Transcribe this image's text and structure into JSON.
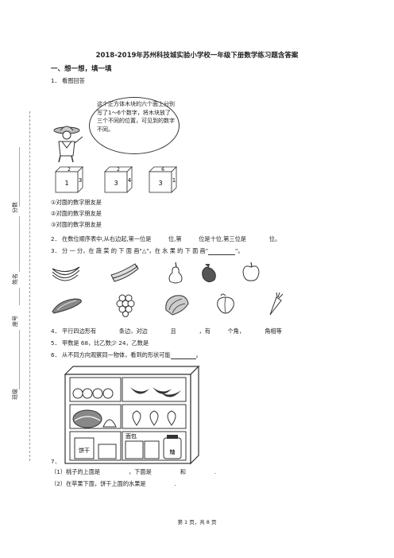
{
  "doc": {
    "title": "2018-2019年苏州科技城实验小学校一年级下册数学练习题含答案",
    "section1": "一、想一想，填一填",
    "footer": "第 1 页，共 8 页"
  },
  "side": {
    "score": "分数",
    "name": "姓名",
    "seat": "座号",
    "class": "班级"
  },
  "q1": {
    "label": "1．  看图回答",
    "bubble": "这个正方体木块的六个面上分别写了1～6个数字，将木块放了三个不同的位置，可见到的数字不同。",
    "cubes": [
      {
        "top": "2",
        "front": "1",
        "right": "3"
      },
      {
        "top": "2",
        "front": "3",
        "right": "4"
      },
      {
        "top": "6",
        "front": "3",
        "right": "1"
      }
    ],
    "sub1": "①对面的数字朋友是",
    "sub2": "②对面的数字朋友是",
    "sub3": "③对面的数字朋友是"
  },
  "q2": {
    "text": "2．  在数位顺序表中,从右边起,第一位是　　　位,第　　　位是十位,第三位是　　　　位。"
  },
  "q3": {
    "text": "3．  分 一 分，在 蔬 菜 的 下 面 画\"△\"，在 水 果 的 下 面 画\"",
    "tail": "\"。"
  },
  "q4": {
    "text": "4．  平行四边形有　　　　条边，对边　　　　且　　　　，有　　　个角，　　　　角相等"
  },
  "q5": {
    "text": "5．  甲数是 68，比乙数少 24，乙数是"
  },
  "q6": {
    "text": "6．  从不同方向观察同一物体，看到的形状可能",
    "tail": "。"
  },
  "q7": {
    "label": "7．",
    "shelf_bread": "面包",
    "shelf_biscuit": "饼干",
    "shelf_sugar": "糖",
    "sub1": "（1）桃子的上面是　　　　　，下面是　　　　　和　　　　　.",
    "sub2": "（2）在苹果下面，饼干上面的水果是　　　　　."
  }
}
